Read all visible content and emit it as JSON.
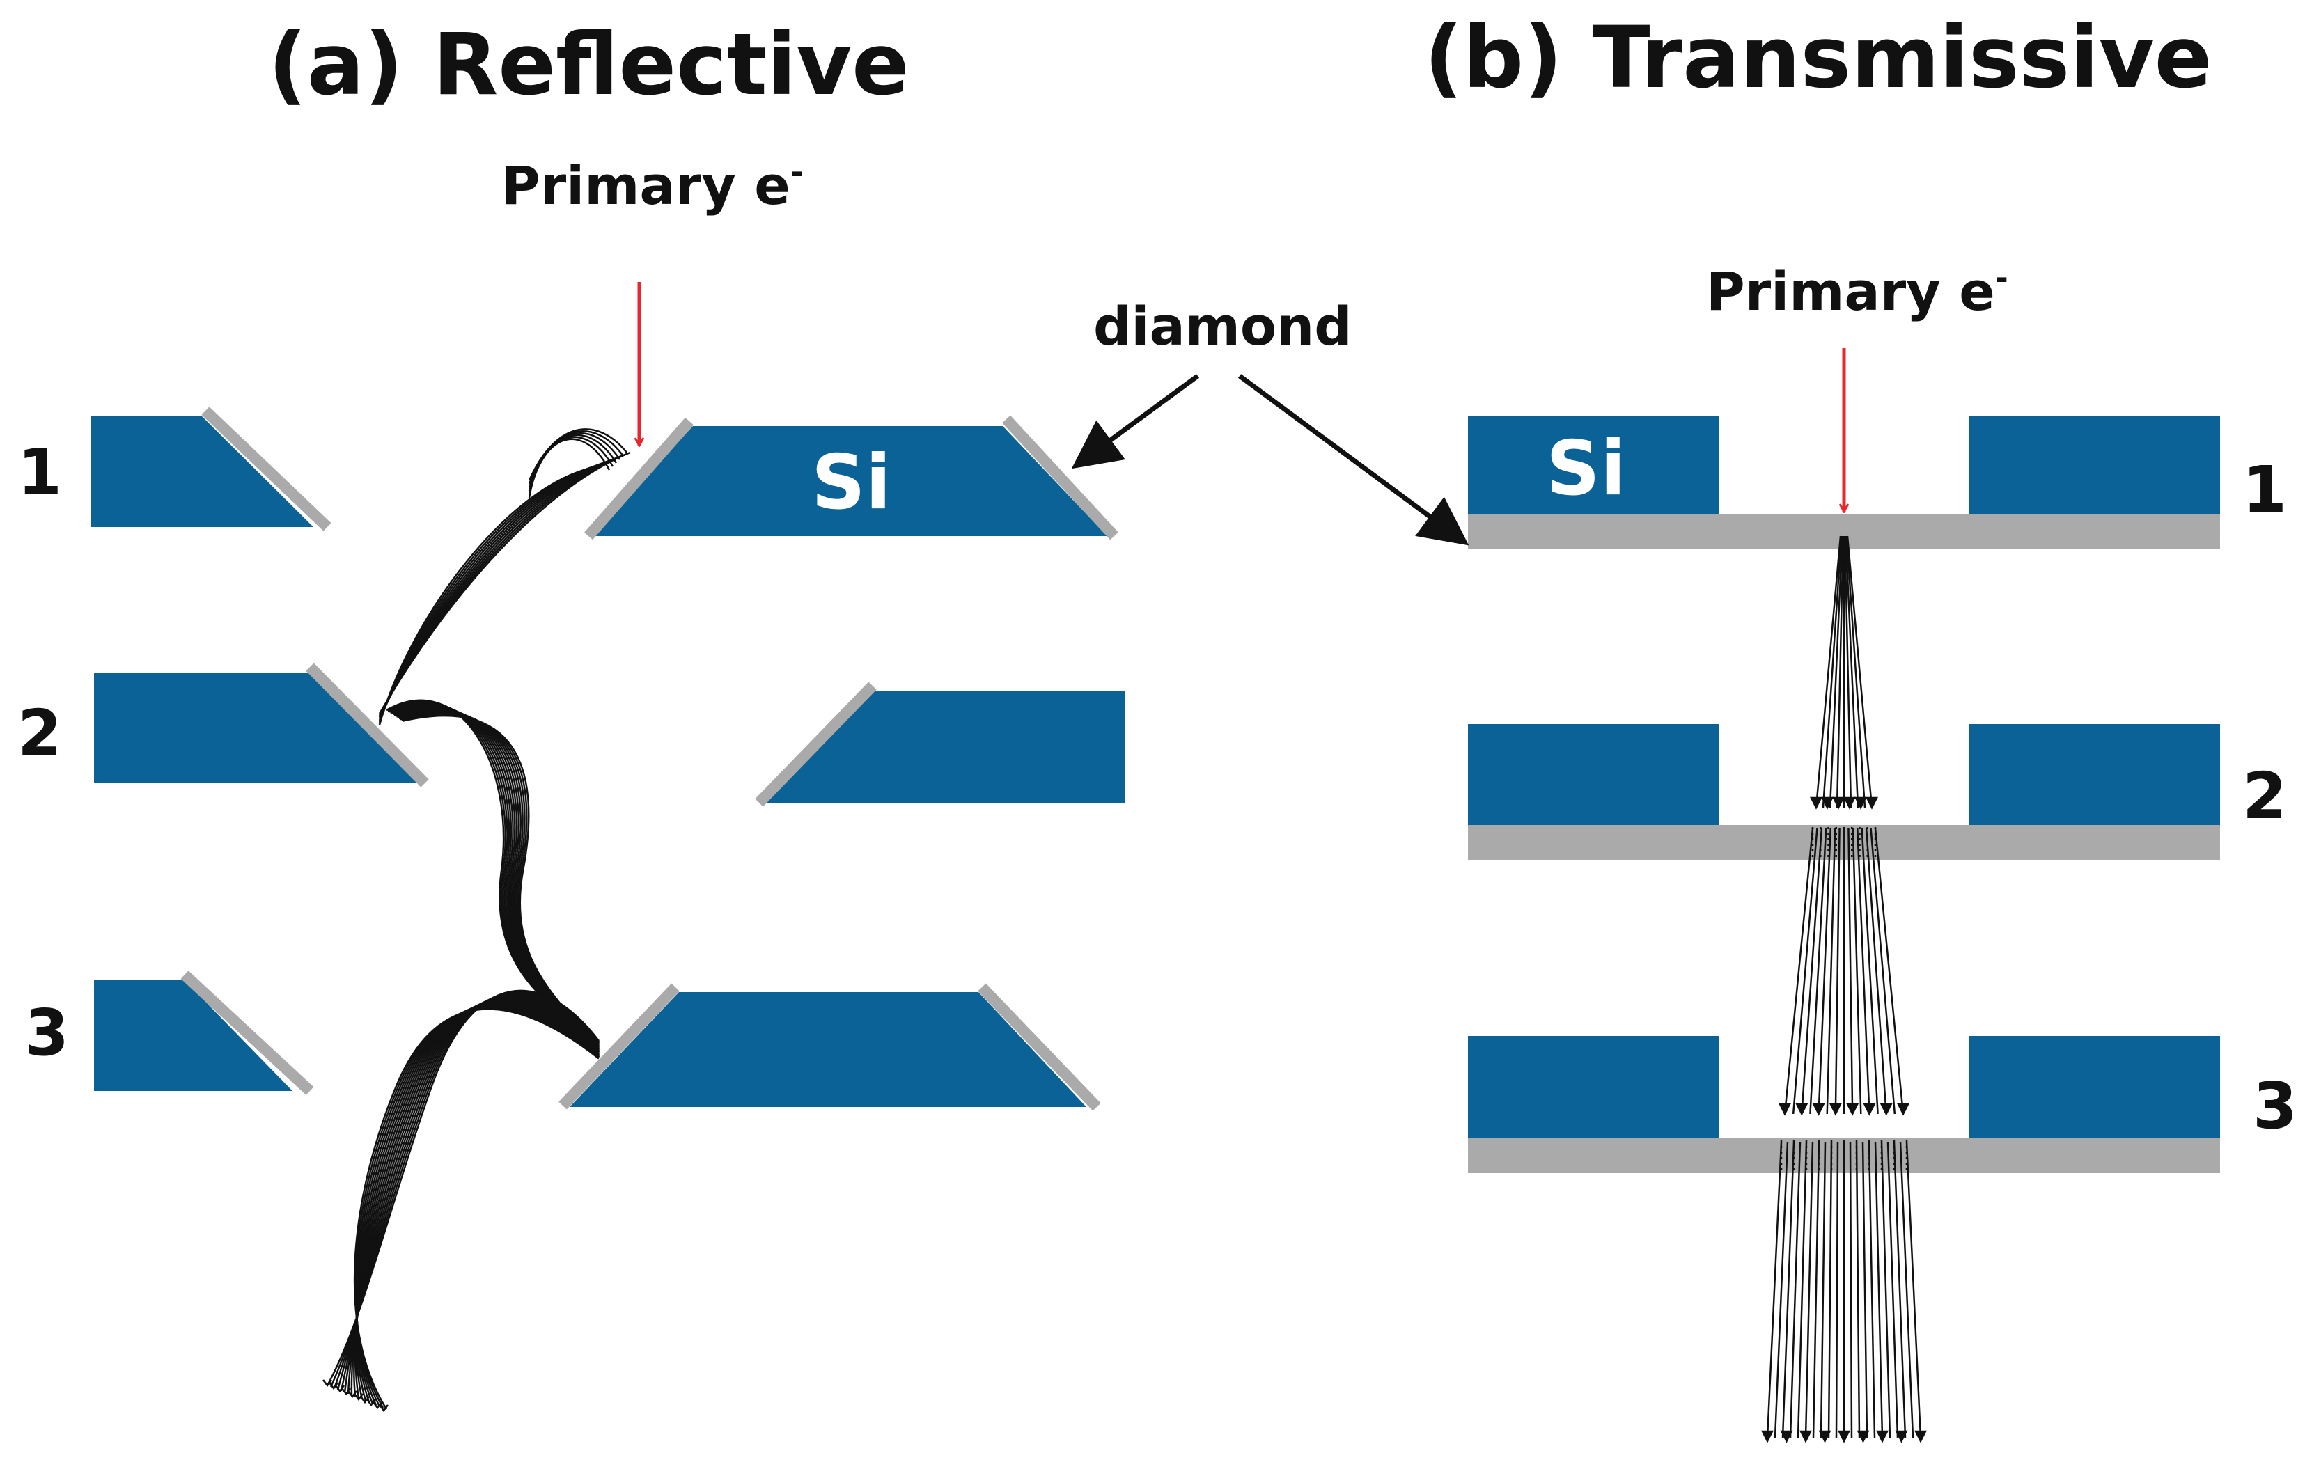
{
  "panels": {
    "reflective": {
      "title": "(a) Reflective",
      "primary_label": "Primary e",
      "primary_sup": "-",
      "stage_labels": [
        "1",
        "2",
        "3"
      ],
      "si_label": "Si"
    },
    "transmissive": {
      "title": "(b) Transmissive",
      "primary_label": "Primary e",
      "primary_sup": "-",
      "stage_labels": [
        "1",
        "2",
        "3"
      ],
      "si_label": "Si"
    }
  },
  "annotation": {
    "diamond_label": "diamond"
  },
  "colors": {
    "silicon": "#0a6296",
    "diamond": "#aaaaaa",
    "primary_beam": "#e8262b",
    "trajectories": "#111111",
    "text": "#111111"
  }
}
